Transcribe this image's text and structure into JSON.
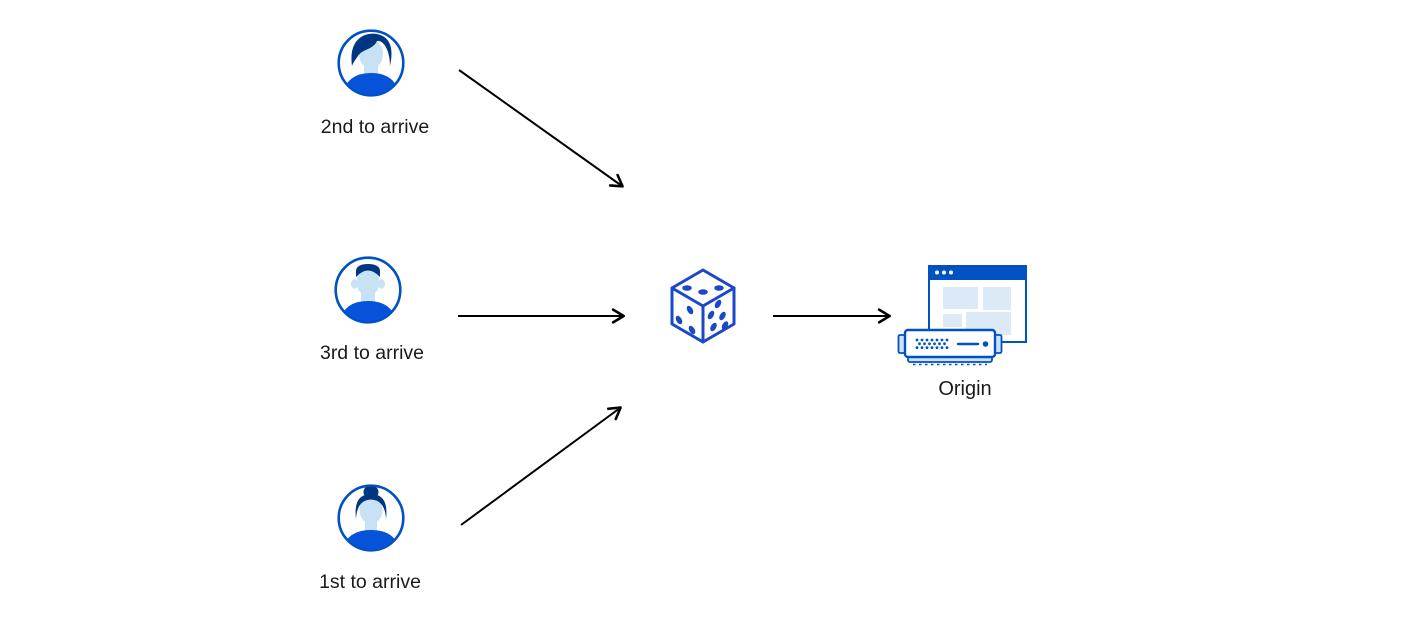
{
  "colors": {
    "blue": "#0051c3",
    "navy": "#003681",
    "face": "#c6e2f4",
    "shirt": "#0553d8",
    "dice": "#1b49c5",
    "panel": "#dce9f6",
    "light": "#cfe3f5",
    "text": "#1a1a1c",
    "arrow": "#000000",
    "white": "#ffffff"
  },
  "nodes": {
    "users": [
      {
        "label": "2nd to arrive",
        "icon": "user-avatar-man-swept-hair-icon"
      },
      {
        "label": "3rd to arrive",
        "icon": "user-avatar-man-flat-top-icon"
      },
      {
        "label": "1st to arrive",
        "icon": "user-avatar-woman-bun-icon"
      }
    ],
    "balancer": {
      "icon": "dice-icon",
      "die_faces": {
        "top_pips": 3,
        "left_pips": 3,
        "right_pips": 5
      }
    },
    "origin": {
      "label": "Origin",
      "icon": "origin-server-browser-icon"
    }
  },
  "arrows": [
    {
      "from": "user-2nd-to-arrive",
      "to": "dice"
    },
    {
      "from": "user-3rd-to-arrive",
      "to": "dice"
    },
    {
      "from": "user-1st-to-arrive",
      "to": "dice"
    },
    {
      "from": "dice",
      "to": "origin"
    }
  ]
}
